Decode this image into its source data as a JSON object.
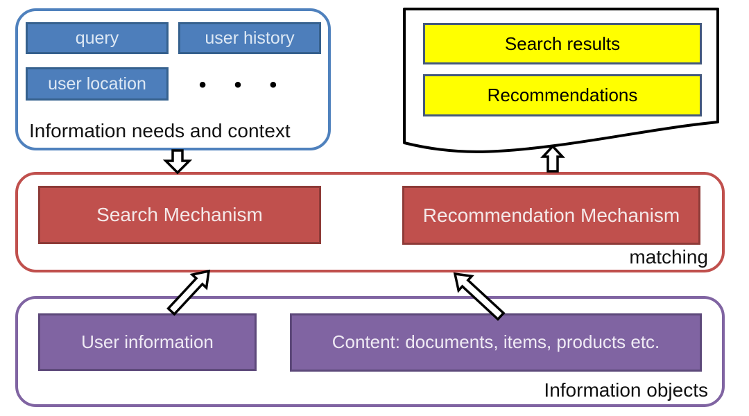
{
  "needs": {
    "label": "Information needs and context",
    "chips": [
      "query",
      "user history",
      "user location"
    ],
    "dots": "• • •"
  },
  "output_doc": {
    "items": [
      "Search results",
      "Recommendations"
    ]
  },
  "matching": {
    "label": "matching",
    "boxes": [
      "Search Mechanism",
      "Recommendation Mechanism"
    ]
  },
  "objects": {
    "label": "Information objects",
    "boxes": [
      "User information",
      "Content: documents, items, products etc."
    ]
  },
  "colors": {
    "blue-fill": "#4D7EBB",
    "blue-box-border": "#36618E",
    "blue-border": "#4F81BD",
    "red-fill": "#C0504D",
    "red-border": "#8E3B38",
    "purple-fill": "#8064A2",
    "purple-border": "#5D497A",
    "yellow-fill": "#FFFF00",
    "yellow-border": "#44597C",
    "outline-black": "#000000"
  }
}
